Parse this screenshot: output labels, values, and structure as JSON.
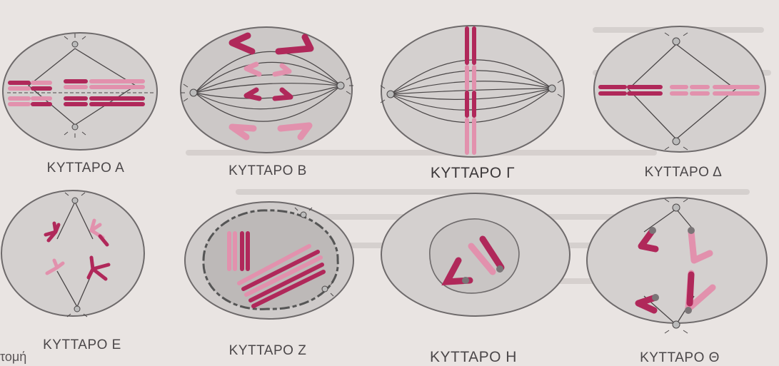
{
  "colors": {
    "dark_chromosome": "#b0285a",
    "light_chromosome": "#e291ad",
    "cell_fill": "#d4d0cf",
    "cell_outline": "#6e6a6b",
    "spindle": "#4a4647",
    "centromere": "#7a7577"
  },
  "cells": [
    {
      "label": "ΚΥΤΤΑΡΟ Α"
    },
    {
      "label": "ΚΥΤΤΑΡΟ Β"
    },
    {
      "label": "ΚΥΤΤΑΡΟ Γ"
    },
    {
      "label": "ΚΥΤΤΑΡΟ Δ"
    },
    {
      "label": "ΚΥΤΤΑΡΟ Ε"
    },
    {
      "label": "ΚΥΤΤΑΡΟ Ζ"
    },
    {
      "label": "ΚΥΤΤΑΡΟ Η"
    },
    {
      "label": "ΚΥΤΤΑΡΟ Θ"
    }
  ],
  "page_fragment": "τομή"
}
